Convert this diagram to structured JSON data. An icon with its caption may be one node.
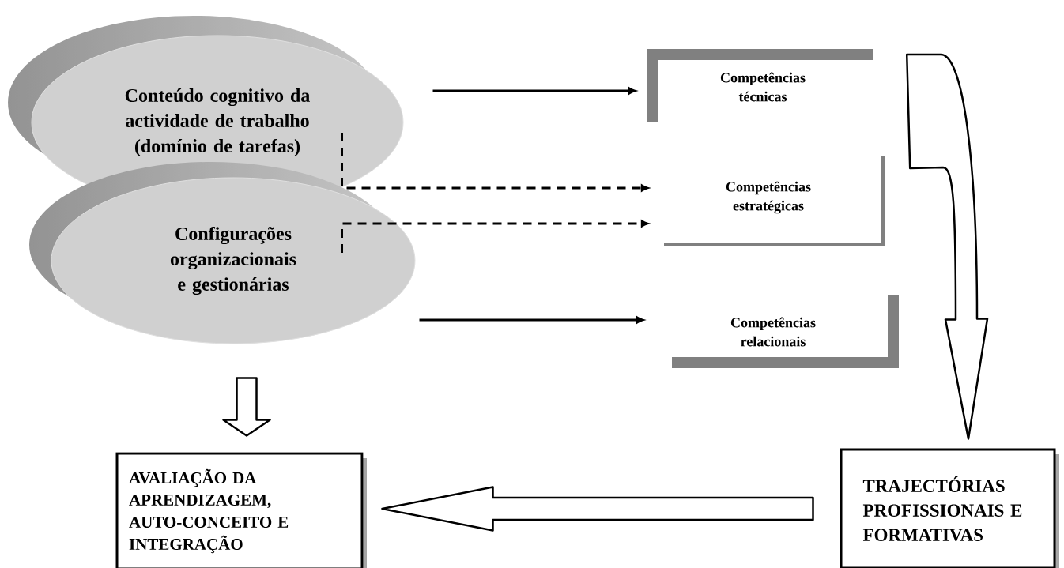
{
  "diagram": {
    "nodes": [
      {
        "text": [
          "Conteúdo cognitivo da actividade de trabalho (domínio de tarefas)"
        ]
      },
      {
        "text": [
          "Configurações organizacionais e gestionárias"
        ]
      },
      {
        "text": [
          "Competências técnicas"
        ]
      },
      {
        "text": [
          "Competências estratégicas"
        ]
      },
      {
        "text": [
          "Competências relacionais"
        ]
      },
      {
        "text": [
          "AVALIAÇÃO DA APRENDIZAGEM, AUTO-CONCEITO E INTEGRAÇÃO"
        ]
      },
      {
        "text": [
          "TRAJECTÓRIAS PROFISSIONAIS E FORMATIVAS"
        ]
      }
    ],
    "edges": [
      {
        "from": 0,
        "to": 2,
        "arrow": "to"
      },
      {
        "from": 0,
        "to": 3,
        "arrow": "to",
        "style": "dashed"
      },
      {
        "from": 1,
        "to": 3,
        "arrow": "to",
        "style": "dashed"
      },
      {
        "from": 1,
        "to": 4,
        "arrow": "to"
      },
      {
        "from": 2,
        "to": 6,
        "arrow": "to",
        "style": "thick"
      },
      {
        "from": 1,
        "to": 5,
        "arrow": "to",
        "style": "thick"
      },
      {
        "from": 6,
        "to": 5,
        "arrow": "to",
        "style": "thick"
      }
    ]
  }
}
